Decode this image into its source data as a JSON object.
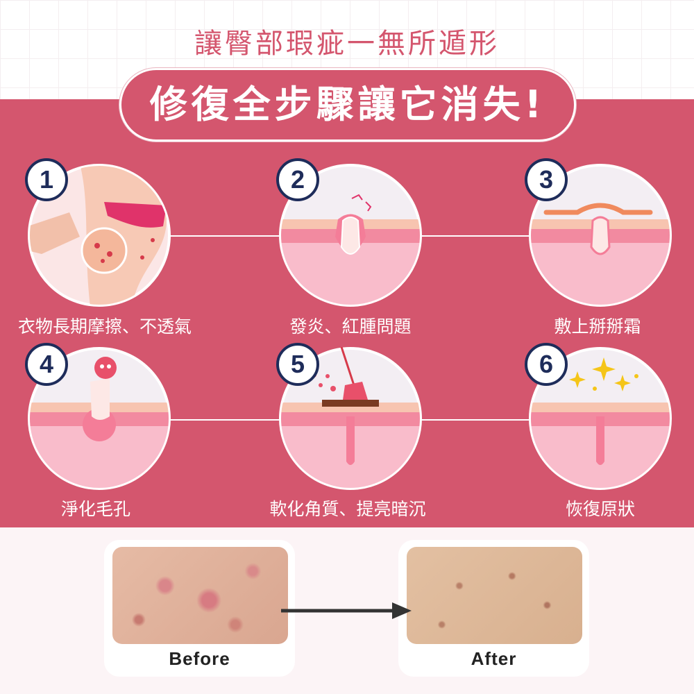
{
  "header": {
    "subtitle": "讓臀部瑕疵一無所遁形",
    "title": "修復全步驟讓它消失!"
  },
  "steps": [
    {
      "number": "1",
      "label": "衣物長期摩擦、不透氣"
    },
    {
      "number": "2",
      "label": "發炎、紅腫問題"
    },
    {
      "number": "3",
      "label": "敷上掰掰霜"
    },
    {
      "number": "4",
      "label": "淨化毛孔"
    },
    {
      "number": "5",
      "label": "軟化角質、提亮暗沉"
    },
    {
      "number": "6",
      "label": "恢復原狀"
    }
  ],
  "comparison": {
    "before": "Before",
    "after": "After"
  },
  "colors": {
    "accent": "#d4566e",
    "badge": "#1e2c5a"
  }
}
